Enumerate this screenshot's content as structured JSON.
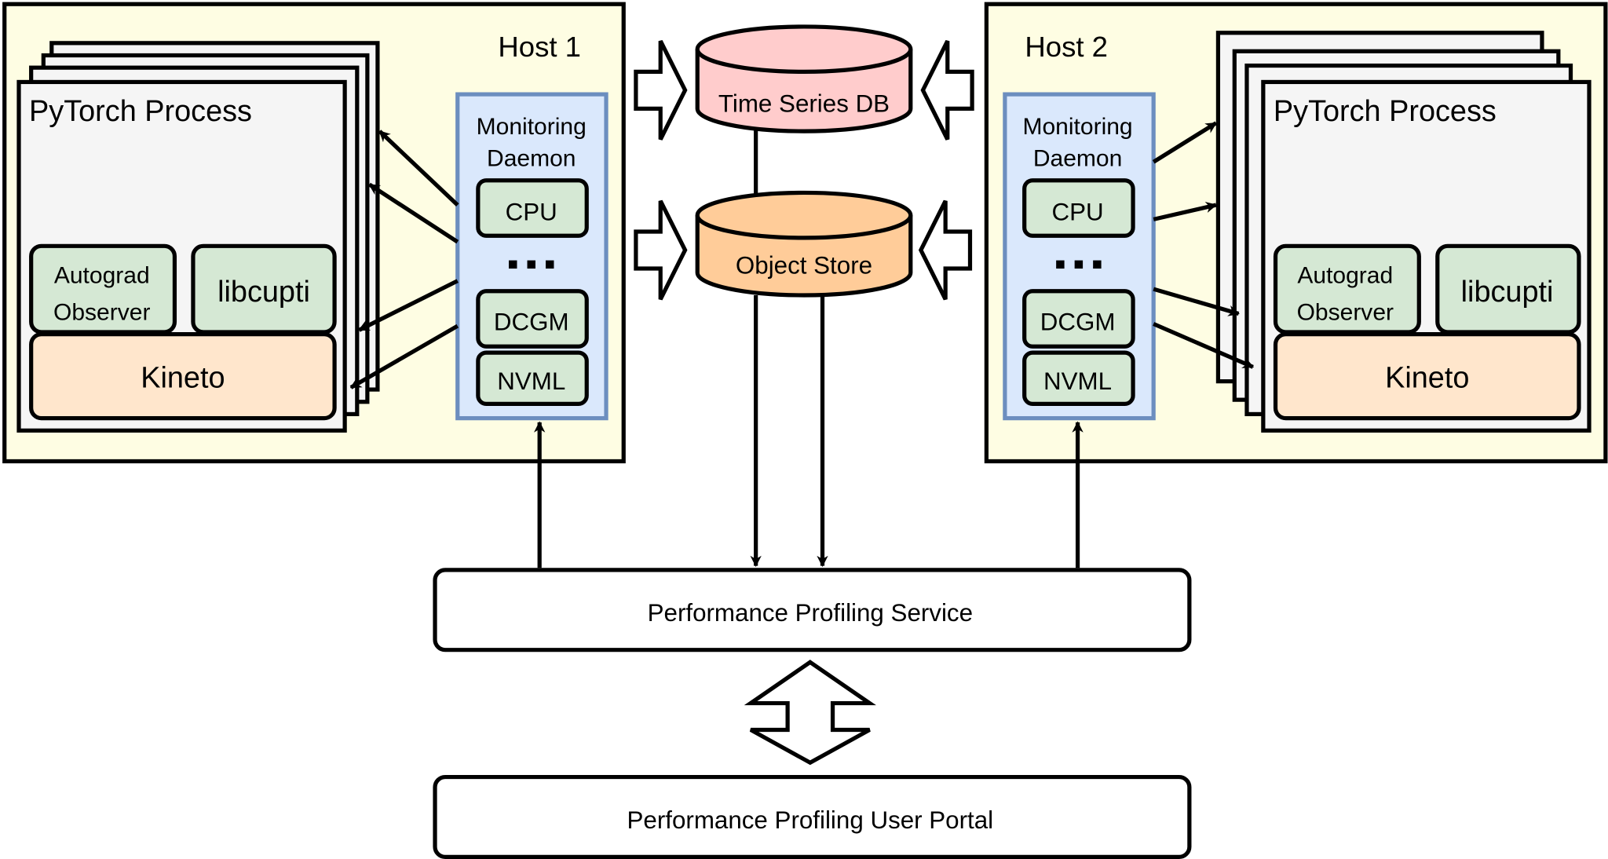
{
  "hosts": [
    {
      "title": "Host 1",
      "process": {
        "title": "PyTorch Process",
        "autograd": [
          "Autograd",
          "Observer"
        ],
        "libcupti": "libcupti",
        "kineto": "Kineto"
      },
      "daemon": {
        "title": [
          "Monitoring",
          "Daemon"
        ],
        "items": [
          "CPU",
          "DCGM",
          "NVML"
        ],
        "ellipsis": "..."
      }
    },
    {
      "title": "Host 2",
      "process": {
        "title": "PyTorch Process",
        "autograd": [
          "Autograd",
          "Observer"
        ],
        "libcupti": "libcupti",
        "kineto": "Kineto"
      },
      "daemon": {
        "title": [
          "Monitoring",
          "Daemon"
        ],
        "items": [
          "CPU",
          "DCGM",
          "NVML"
        ],
        "ellipsis": "..."
      }
    }
  ],
  "storage": {
    "time_series_db": "Time Series DB",
    "object_store": "Object Store"
  },
  "service": {
    "label": "Performance Profiling Service"
  },
  "portal": {
    "label": "Performance Profiling User Portal"
  },
  "colors": {
    "host_bg": "#fefde3",
    "process_bg": "#f5f5f5",
    "green_component": "#d5e8d4",
    "kineto": "#ffe6cc",
    "daemon_bg": "#dae8fc",
    "daemon_border": "#6c8ebf",
    "tsdb": "#ffcccc",
    "object_store": "#ffcc99"
  }
}
